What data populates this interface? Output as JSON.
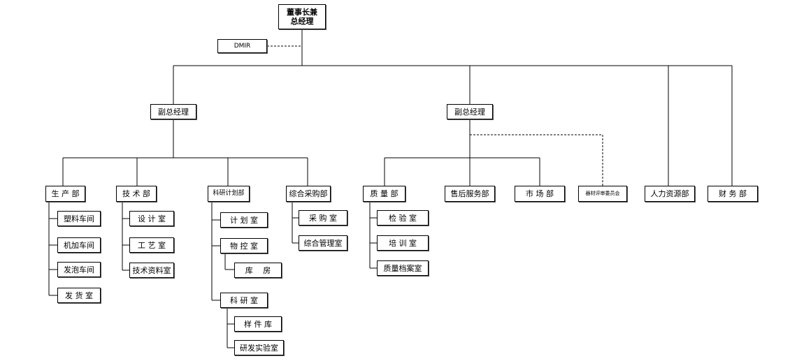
{
  "top": {
    "line1": "董事长兼",
    "line2": "总经理"
  },
  "dmir": "DMIR",
  "vgm_left": "副总经理",
  "vgm_right": "副总经理",
  "depts": {
    "production": "生 产 部",
    "technology": "技 术 部",
    "research_plan": "科研计划部",
    "procurement": "综合采购部",
    "quality": "质 量 部",
    "after_sales": "售后服务部",
    "market": "市 场 部",
    "committee": "器材评审委员会",
    "hr": "人力资源部",
    "finance": "财 务 部"
  },
  "production_units": [
    "塑料车间",
    "机加车间",
    "发泡车间",
    "发 货 室"
  ],
  "technology_units": [
    "设 计 室",
    "工 艺 室",
    "技术资料室"
  ],
  "research_units": {
    "plan_room": "计 划 室",
    "material_control": "物 控 室",
    "warehouse": "库　 房",
    "research_room": "科 研 室",
    "sample_store": "样 件 库",
    "lab": "研发实验室"
  },
  "procurement_units": [
    "采 购 室",
    "综合管理室"
  ],
  "quality_units": [
    "检 验 室",
    "培 训 室",
    "质量档案室"
  ]
}
